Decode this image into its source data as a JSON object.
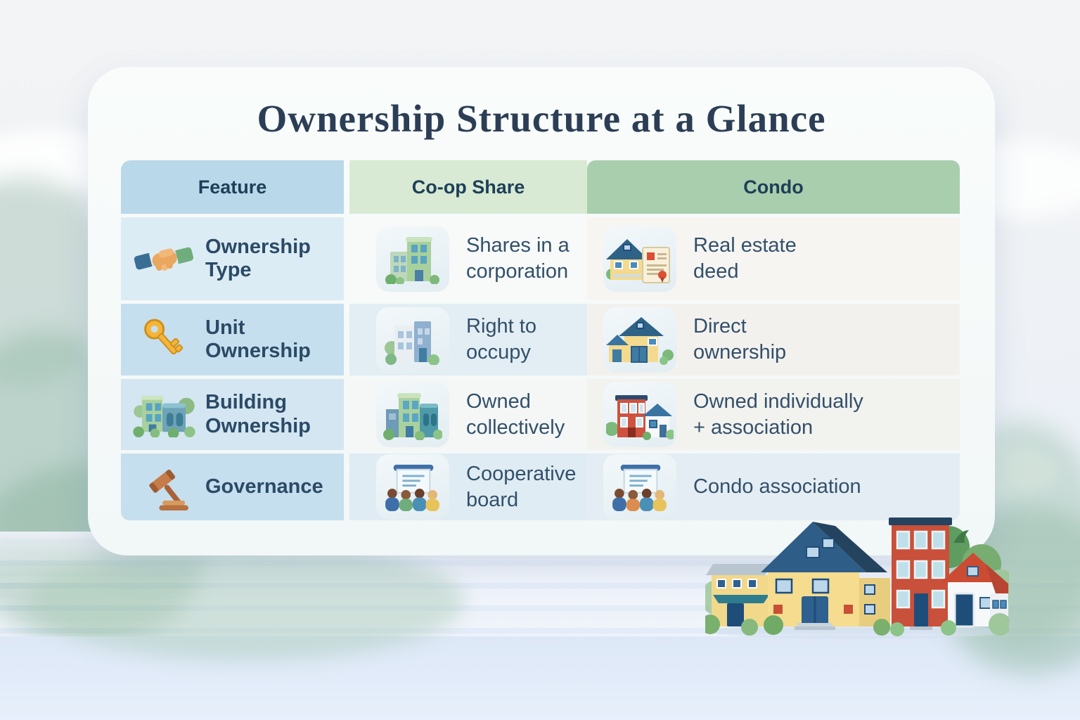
{
  "title": "Ownership Structure at a Glance",
  "table": {
    "headers": {
      "feature": "Feature",
      "coop": "Co-op Share",
      "condo": "Condo"
    },
    "rows": [
      {
        "feature": {
          "icon": "handshake-icon",
          "label": "Ownership\nType"
        },
        "coop": {
          "icon": "green-apartment-building-icon",
          "text": "Shares in a\ncorporation"
        },
        "condo": {
          "icon": "house-with-deed-icon",
          "text": "Real estate\ndeed"
        }
      },
      {
        "feature": {
          "icon": "key-icon",
          "label": "Unit\nOwnership"
        },
        "coop": {
          "icon": "blue-apartment-building-icon",
          "text": "Right to\noccupy"
        },
        "condo": {
          "icon": "yellow-house-icon",
          "text": "Direct\nownership"
        }
      },
      {
        "feature": {
          "icon": "buildings-icon",
          "label": "Building\nOwnership"
        },
        "coop": {
          "icon": "green-building-complex-icon",
          "text": "Owned\ncollectively"
        },
        "condo": {
          "icon": "red-building-white-house-icon",
          "text": "Owned individually\n+ association"
        }
      },
      {
        "feature": {
          "icon": "gavel-icon",
          "label": "Governance"
        },
        "coop": {
          "icon": "board-meeting-icon",
          "text": "Cooperative\nboard"
        },
        "condo": {
          "icon": "board-meeting-icon",
          "text": "Condo association"
        }
      }
    ]
  },
  "colors": {
    "title_text": "#2c3e55",
    "body_text": "#33506b",
    "header_feature_bg": "#b9d8ea",
    "header_coop_bg": "#d8ead3",
    "header_condo_bg": "#a9cead",
    "feature_row_bg_light": "#dcecf5",
    "feature_row_bg_dark": "#c6dfee",
    "card_bg": "#f6faf9",
    "ground_bg": "#e6eefa"
  }
}
